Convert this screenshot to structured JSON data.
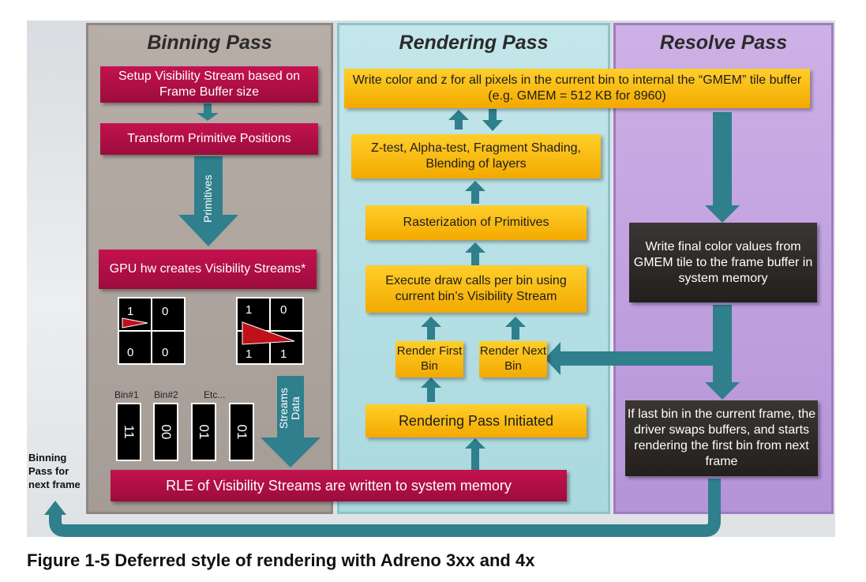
{
  "columns": {
    "binning": "Binning Pass",
    "rendering": "Rendering Pass",
    "resolve": "Resolve Pass"
  },
  "binning": {
    "setup": "Setup  Visibility Stream based on Frame Buffer size",
    "transform": "Transform Primitive Positions",
    "primitives_label": "Primitives",
    "gpu_creates": "GPU hw creates Visibility Streams*",
    "grid1": [
      "1",
      "0",
      "0",
      "0"
    ],
    "grid2": [
      "1",
      "0",
      "1",
      "1"
    ],
    "bin_labels": [
      "Bin#1",
      "Bin#2",
      "Etc..."
    ],
    "bin_values": [
      "11",
      "00",
      "01",
      "01"
    ],
    "streams_label": "Streams Data",
    "rle": "RLE of Visibility Streams are written to system memory"
  },
  "rendering": {
    "write_color": "Write color and z for all pixels in the current bin to internal the “GMEM” tile buffer  (e.g. GMEM = 512 KB for 8960)",
    "ztest": "Z-test, Alpha-test, Fragment Shading, Blending of layers",
    "raster": "Rasterization of Primitives",
    "execute": "Execute draw calls per bin using current bin’s Visibility Stream",
    "render_first": "Render First Bin",
    "render_next": "Render Next Bin",
    "initiated": "Rendering Pass Initiated"
  },
  "resolve": {
    "write_final": "Write final color values from GMEM tile to the frame buffer in system memory",
    "last_bin": "If last bin in the current frame, the driver swaps buffers, and starts rendering the first bin from next frame"
  },
  "side_label": "Binning Pass for next frame",
  "caption": "Figure 1-5  Deferred style of rendering with Adreno 3xx and 4x",
  "colors": {
    "arrow": "#2f7f8d",
    "red_box": "#b01045",
    "yellow_box": "#ffc21a",
    "dark_box": "#2a2623"
  }
}
